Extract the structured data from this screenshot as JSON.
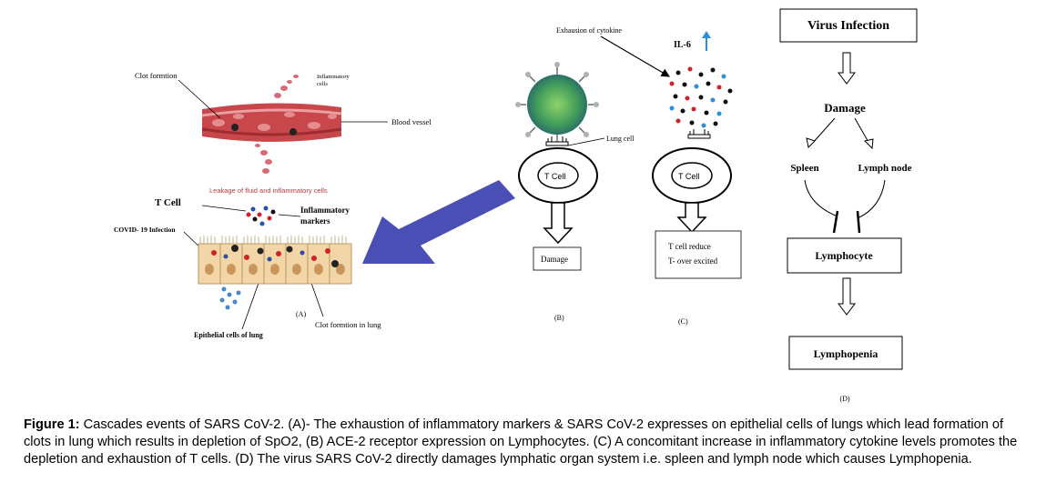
{
  "panel_a": {
    "clot_formation": "Clot formtion",
    "inflammatory_cells_line1": "Inflammatory",
    "inflammatory_cells_line2": "cells",
    "blood_vessel": "Blood vessel",
    "leakage": "Leakage of fluid and inflammatory cells",
    "t_cell": "T Cell",
    "inflammatory_markers_line1": "Inflammatory",
    "inflammatory_markers_line2": "markers",
    "covid_infection": "COVID- 19 Infection",
    "panel_label": "(A)",
    "clot_in_lung": "Clot formtion in lung",
    "epithelial": "Epithelial cells of lung"
  },
  "panel_b": {
    "lung_cell": "Lung cell",
    "t_cell": "T Cell",
    "damage": "Damage",
    "panel_label": "(B)"
  },
  "panel_c": {
    "exhaustion": "Exhausion of cytokine",
    "il6": "IL-6",
    "t_cell": "T Cell",
    "result_line1": "T cell reduce",
    "result_line2": "T- over excited",
    "panel_label": "(C)"
  },
  "panel_d": {
    "virus_infection": "Virus Infection",
    "damage": "Damage",
    "spleen": "Spleen",
    "lymph_node": "Lymph node",
    "lymphocyte": "Lymphocyte",
    "lymphopenia": "Lymphopenia",
    "panel_label": "(D)"
  },
  "caption": {
    "label": "Figure 1:",
    "text": " Cascades events of SARS CoV-2. (A)- The exhaustion of inflammatory markers & SARS CoV-2 expresses on epithelial cells of lungs which lead formation of clots in lung which results in depletion of SpO2, (B) ACE-2 receptor expression on Lymphocytes. (C)  A concomitant increase in inflammatory cytokine levels promotes the depletion and exhaustion of T cells. (D) The virus SARS CoV-2 directly damages lymphatic organ system i.e. spleen and lymph node which causes Lymphopenia."
  },
  "colors": {
    "vessel": "#c0393c",
    "arrow_blue": "#4a4fb5",
    "virus_green": "#49a85a",
    "il6_arrow": "#2c8fd8"
  }
}
